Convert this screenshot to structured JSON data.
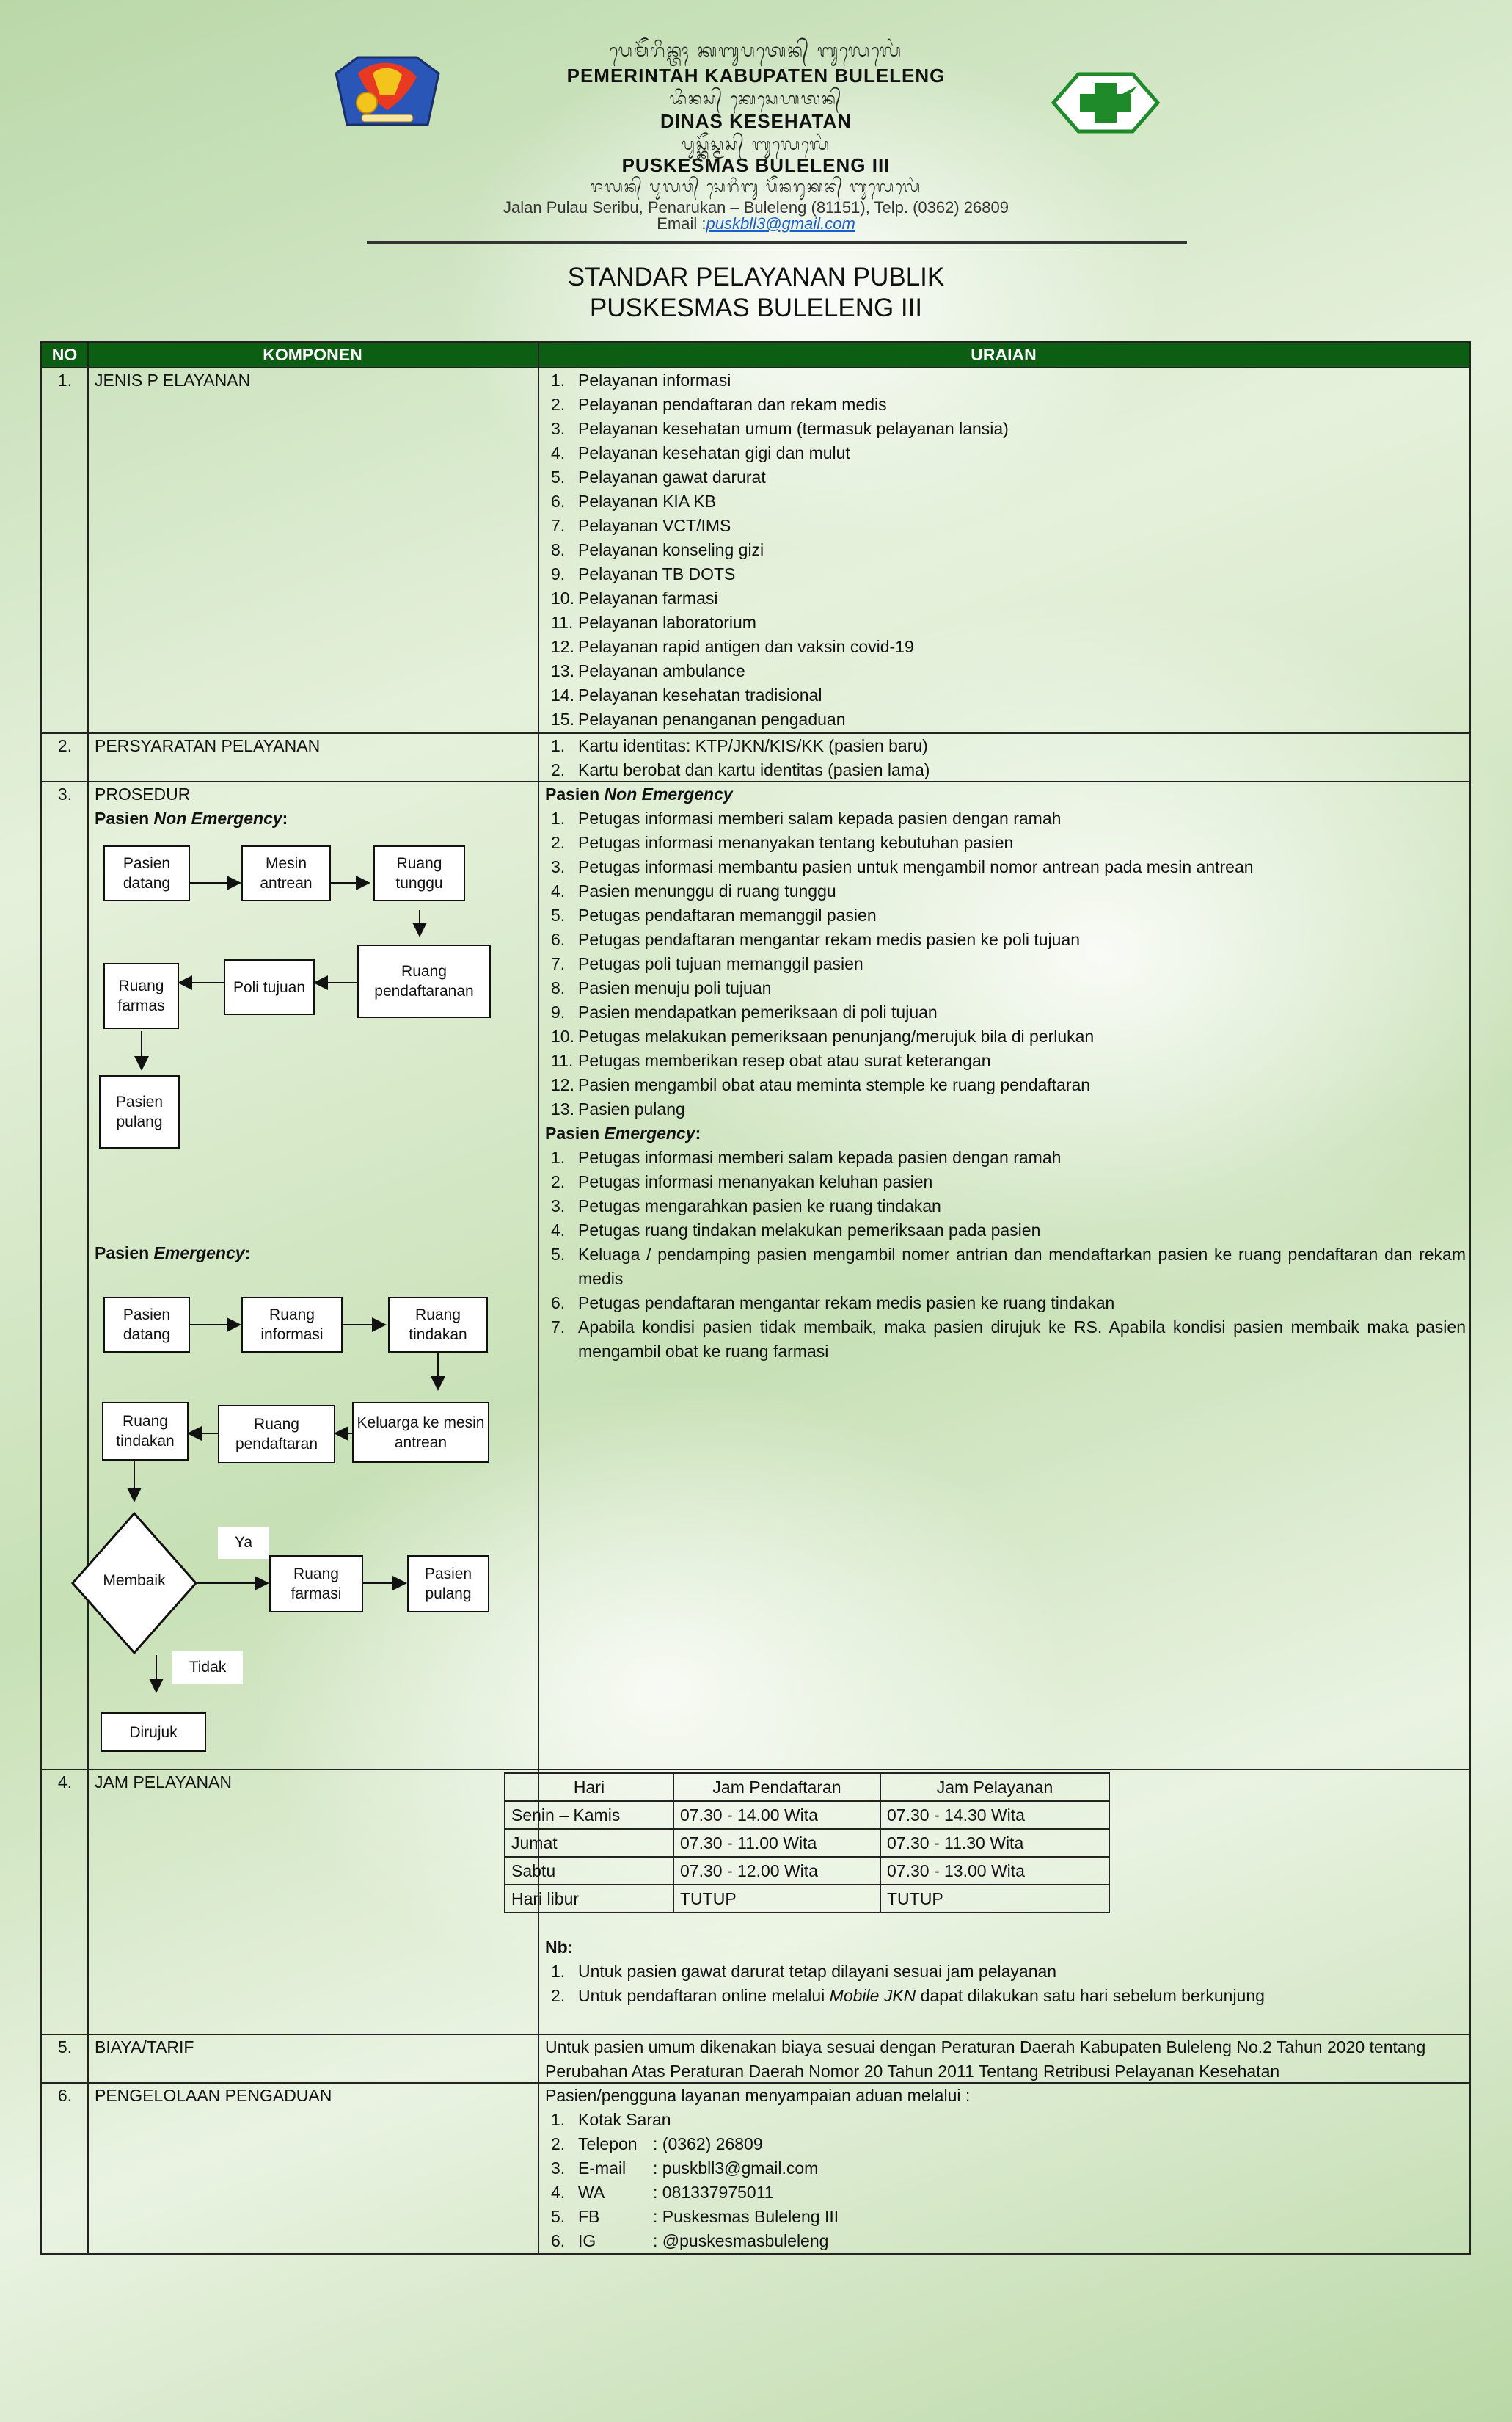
{
  "header": {
    "script_line1": "ᬧᬾᬫᭂᬭᬶᬦ᭄ᬢᬄ ᬓᬩᬸᬧᬢᬾᬦ᭄ ᬩᬸᬮᬾᬮᬾᬂ",
    "agency": "PEMERINTAH KABUPATEN BULELENG",
    "script_line2": "ᬤᬶᬦᬲ᭄ ᬓᬾᬲᬾᬳᬢᬦ᭄",
    "department": "DINAS KESEHATAN",
    "script_line3": "ᬧᬸᬲ᭄ᬓᭂᬲ᭄ᬫᬲ᭄ ᬩᬸᬮᬾᬮᬾᬂ",
    "puskesmas": "PUSKESMAS BULELENG III",
    "script_line4": "ᬚᬮᬦ᭄ ᬧᬸᬮᬯ᭄ ᬲᬾᬭᬶᬩᬸ ᬧᭂᬦᬭᬸᬓᬦ᭄ ᬩᬸᬮᬾᬮᬾᬂ",
    "address": "Jalan Pulau Seribu, Penarukan – Buleleng (81151), Telp. (0362) 26809",
    "email_label": "Email :",
    "email": "puskbll3@gmail.com",
    "logo_left": "buleleng-crest-logo",
    "logo_right": "health-cross-logo",
    "accent": "#0b5e12"
  },
  "title": {
    "line1": "STANDAR PELAYANAN PUBLIK",
    "line2": "PUSKESMAS BULELENG III"
  },
  "table": {
    "headers": {
      "no": "NO",
      "komponen": "KOMPONEN",
      "uraian": "URAIAN"
    },
    "rows": [
      {
        "no": "1.",
        "komponen": "JENIS P ELAYANAN",
        "items": [
          "Pelayanan informasi",
          "Pelayanan pendaftaran dan rekam medis",
          "Pelayanan kesehatan umum (termasuk pelayanan lansia)",
          "Pelayanan kesehatan gigi dan mulut",
          "Pelayanan gawat darurat",
          "Pelayanan KIA KB",
          "Pelayanan VCT/IMS",
          "Pelayanan konseling gizi",
          "Pelayanan TB DOTS",
          "Pelayanan farmasi",
          "Pelayanan laboratorium",
          "Pelayanan rapid antigen dan vaksin covid-19",
          "Pelayanan ambulance",
          "Pelayanan kesehatan tradisional",
          "Pelayanan penanganan pengaduan"
        ]
      },
      {
        "no": "2.",
        "komponen": "PERSYARATAN PELAYANAN",
        "items": [
          "Kartu identitas: KTP/JKN/KIS/KK (pasien baru)",
          "Kartu berobat dan kartu identitas (pasien lama)"
        ]
      },
      {
        "no": "3.",
        "komponen": "PROSEDUR",
        "non_emergency_label_pre": "Pasien",
        "non_emergency_label_em": "Non Emergency",
        "non_emergency_label_colon": ":",
        "emergency_label_pre": "Pasien",
        "emergency_label_em": "Emergency",
        "emergency_label_colon": ":",
        "flow_non": {
          "pasien_datang": "Pasien datang",
          "mesin_antrean": "Mesin antrean",
          "ruang_tunggu": "Ruang tunggu",
          "ruang_pendaftaran": "Ruang pendaftaranan",
          "poli_tujuan": "Poli tujuan",
          "ruang_farmasi": "Ruang farmas",
          "pasien_pulang": "Pasien pulang"
        },
        "flow_em": {
          "pasien_datang": "Pasien datang",
          "ruang_informasi": "Ruang informasi",
          "ruang_tindakan": "Ruang tindakan",
          "keluarga": "Keluarga ke mesin antrean",
          "ruang_pendaftaran": "Ruang pendaftaran",
          "ruang_tindakan2": "Ruang tindakan",
          "membaik": "Membaik",
          "ya": "Ya",
          "ruang_farmasi": "Ruang farmasi",
          "pasien_pulang": "Pasien pulang",
          "tidak": "Tidak",
          "dirujuk": "Dirujuk"
        },
        "non_emergency_steps": [
          "Petugas informasi memberi salam kepada pasien dengan ramah",
          "Petugas informasi menanyakan tentang kebutuhan pasien",
          "Petugas informasi membantu pasien untuk mengambil nomor antrean pada mesin antrean",
          "Pasien menunggu di ruang tunggu",
          "Petugas pendaftaran memanggil pasien",
          "Petugas pendaftaran mengantar rekam medis pasien ke poli tujuan",
          "Petugas poli tujuan memanggil pasien",
          "Pasien menuju poli tujuan",
          "Pasien mendapatkan pemeriksaan di poli tujuan",
          "Petugas melakukan pemeriksaan penunjang/merujuk bila di perlukan",
          "Petugas memberikan resep obat atau surat keterangan",
          "Pasien mengambil obat atau meminta stemple ke ruang pendaftaran",
          "Pasien pulang"
        ],
        "emergency_steps": [
          "Petugas informasi memberi salam kepada pasien dengan ramah",
          "Petugas informasi menanyakan keluhan pasien",
          "Petugas mengarahkan pasien ke ruang tindakan",
          "Petugas ruang tindakan melakukan pemeriksaan pada pasien",
          "Keluaga / pendamping pasien mengambil nomer antrian dan mendaftarkan pasien ke ruang pendaftaran dan rekam medis",
          "Petugas pendaftaran mengantar rekam medis pasien ke ruang tindakan",
          "Apabila kondisi pasien tidak membaik, maka pasien dirujuk ke RS. Apabila kondisi pasien membaik maka pasien mengambil obat ke ruang farmasi"
        ]
      },
      {
        "no": "4.",
        "komponen": "JAM PELAYANAN",
        "schedule_headers": [
          "Hari",
          "Jam Pendaftaran",
          "Jam Pelayanan"
        ],
        "schedule": [
          [
            "Senin – Kamis",
            "07.30 - 14.00 Wita",
            "07.30 - 14.30 Wita"
          ],
          [
            "Jumat",
            "07.30 - 11.00 Wita",
            "07.30 - 11.30 Wita"
          ],
          [
            "Sabtu",
            "07.30 - 12.00 Wita",
            "07.30 - 13.00 Wita"
          ],
          [
            "Hari libur",
            "TUTUP",
            "TUTUP"
          ]
        ],
        "nb_label": "Nb:",
        "nb_1": "Untuk pasien gawat darurat tetap dilayani sesuai jam pelayanan",
        "nb_2_pre": "Untuk pendaftaran online melalui",
        "nb_2_em": "Mobile JKN",
        "nb_2_post": "dapat dilakukan satu hari sebelum berkunjung"
      },
      {
        "no": "5.",
        "komponen": "BIAYA/TARIF",
        "text_line1": "Untuk pasien umum dikenakan biaya sesuai dengan Peraturan Daerah Kabupaten Buleleng No.2 Tahun 2020 tentang",
        "text_line2": "Perubahan Atas Peraturan Daerah Nomor 20 Tahun 2011 Tentang Retribusi Pelayanan Kesehatan"
      },
      {
        "no": "6.",
        "komponen": "PENGELOLAAN PENGADUAN",
        "intro": "Pasien/pengguna layanan menyampaian aduan melalui :",
        "channels": [
          {
            "label": "Kotak Saran",
            "value": ""
          },
          {
            "label": "Telepon",
            "value": ": (0362) 26809"
          },
          {
            "label": "E-mail",
            "value": ": puskbll3@gmail.com"
          },
          {
            "label": "WA",
            "value": ": 081337975011"
          },
          {
            "label": "FB",
            "value": ": Puskesmas Buleleng III"
          },
          {
            "label": "IG",
            "value": ": @puskesmasbuleleng"
          }
        ]
      }
    ]
  }
}
